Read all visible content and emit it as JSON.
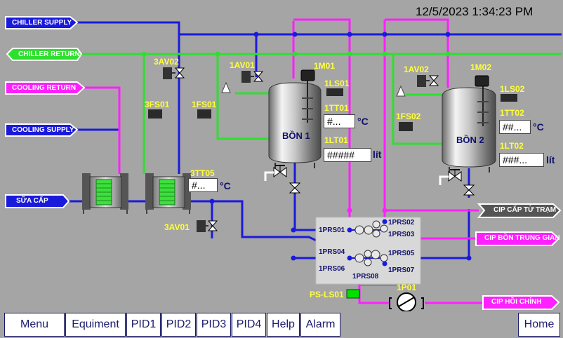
{
  "datetime": "12/5/2023 1:34:23 PM",
  "tags_left": {
    "chiller_supply": "CHILLER SUPPLY",
    "chiller_return": "CHILLER RETURN",
    "cooling_return": "COOLING RETURN",
    "cooling_supply": "COOLING SUPPLY",
    "sua_cap": "SỮA CẤP"
  },
  "tags_right": {
    "cip_cap_tu_tram": "CIP CẤP TỪ TRẠM",
    "cip_bon_trung_gian": "CIP BỒN TRUNG GIAN",
    "cip_hoi_chinh": "CIP HỒI CHÍNH"
  },
  "devices": {
    "3av02": "3AV02",
    "3fs01": "3FS01",
    "3tt05": "3TT05",
    "3av01": "3AV01",
    "1av01": "1AV01",
    "1fs01": "1FS01",
    "1m01": "1M01",
    "1ls01": "1LS01",
    "1tt01": "1TT01",
    "1lt01": "1LT01",
    "1av02": "1AV02",
    "1fs02": "1FS02",
    "1m02": "1M02",
    "1ls02": "1LS02",
    "1tt02": "1TT02",
    "1lt02": "1LT02",
    "ps_ls01": "PS-LS01",
    "1p01": "1P01"
  },
  "tanks": {
    "bon1": "BỒN 1",
    "bon2": "BỒN 2"
  },
  "fields": {
    "3tt05_value": "#...",
    "1tt01_value": "#...",
    "1lt01_value": "#####",
    "1tt02_value": "##...",
    "1lt02_value": "###..."
  },
  "units": {
    "temp": "°C",
    "level": "lít"
  },
  "manifold": {
    "1prs01": "1PRS01",
    "1prs02": "1PRS02",
    "1prs03": "1PRS03",
    "1prs04": "1PRS04",
    "1prs05": "1PRS05",
    "1prs06": "1PRS06",
    "1prs07": "1PRS07",
    "1prs08": "1PRS08"
  },
  "nav": {
    "menu": "Menu",
    "equipment": "Equiment",
    "pid1": "PID1",
    "pid2": "PID2",
    "pid3": "PID3",
    "pid4": "PID4",
    "help": "Help",
    "alarm": "Alarm",
    "home": "Home"
  },
  "colors": {
    "chilled_line": "#1a1adc",
    "return_line": "#2ee02e",
    "cip_line": "#ff20ff",
    "label_yellow": "#ffff3a",
    "background": "#a5a5a5",
    "flow_switch_ok": "#00e000"
  }
}
